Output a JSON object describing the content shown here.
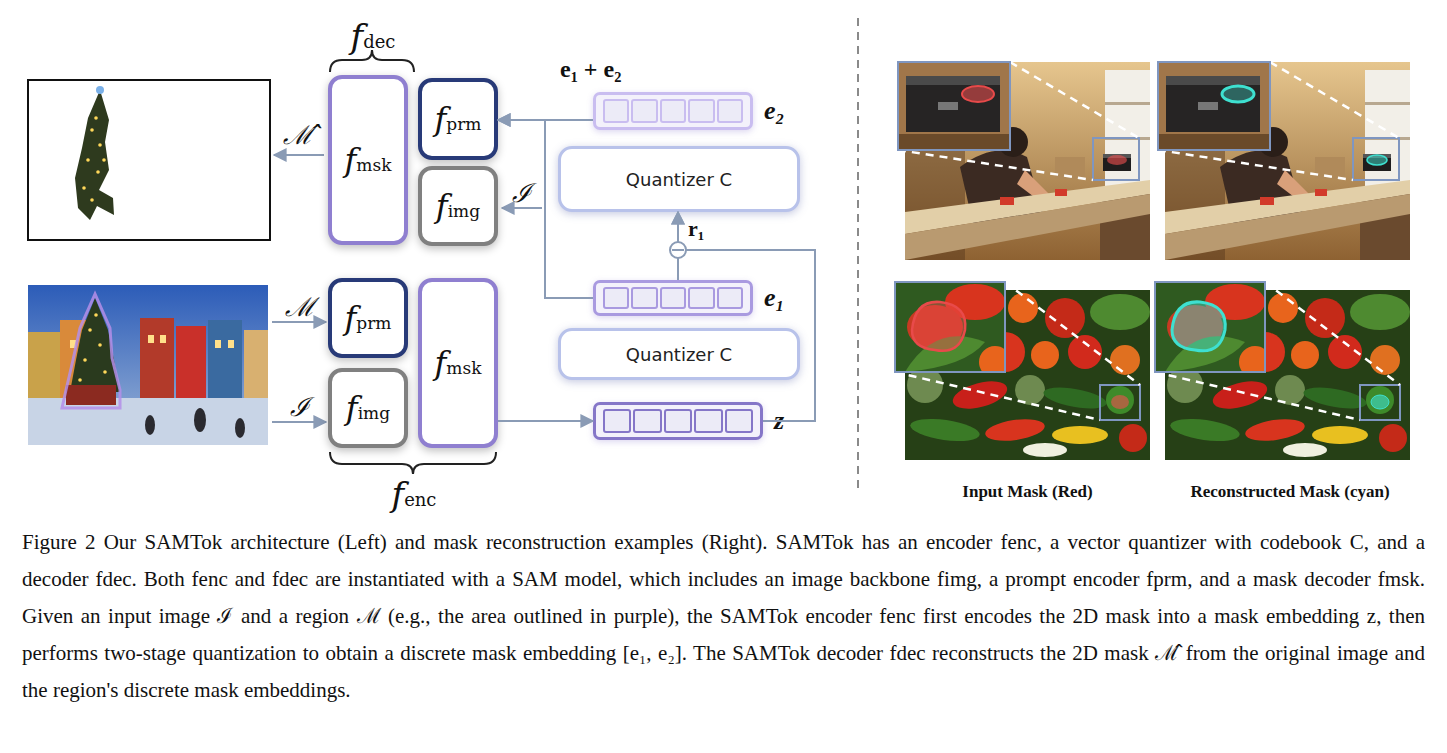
{
  "diagram": {
    "caption": "Figure 2 Our SAMTok architecture (Left) and mask reconstruction examples (Right). SAMTok has an encoder fenc, a vector quantizer with codebook C, and a decoder fdec. Both fenc and fdec are instantiated with a SAM model, which includes an image backbone fimg, a prompt encoder fprm, and a mask decoder fmsk. Given an input image ℐ and a region ℳ (e.g., the area outlined in purple), the SAMTok encoder fenc first encodes the 2D mask into a mask embedding z, then performs two-stage quantization to obtain a discrete mask embedding [e₁, e₂]. The SAMTok decoder fdec reconstructs the 2D mask ℳ̂ from the original image and the region's discrete mask embeddings.",
    "nodes": [
      {
        "text": [
          "fmsk"
        ]
      },
      {
        "text": [
          "fprm"
        ]
      },
      {
        "text": [
          "fimg"
        ]
      },
      {
        "text": [
          "Quantizer C"
        ]
      },
      {
        "text": [
          "Quantizer C"
        ]
      },
      {
        "text": [
          "fprm"
        ]
      },
      {
        "text": [
          "fimg"
        ]
      },
      {
        "text": [
          "fmsk"
        ]
      },
      {
        "text": [
          "e₂"
        ]
      },
      {
        "text": [
          "e₁"
        ]
      },
      {
        "text": [
          "z"
        ]
      }
    ],
    "edges": [
      {
        "from": 7,
        "to": 10,
        "arrow": "to"
      },
      {
        "from": 10,
        "to": 3,
        "arrow": "to",
        "label": "r₁"
      },
      {
        "from": 9,
        "to": 3,
        "arrow": "to"
      },
      {
        "from": 9,
        "to": 1,
        "arrow": "to"
      },
      {
        "from": 8,
        "to": 1,
        "arrow": "to"
      }
    ],
    "labels": [
      "fdec",
      "e₁ + e₂",
      "ℳ̂",
      "ℐ",
      "ℳ",
      "ℐ",
      "fenc",
      "Input Mask (Red)",
      "Reconstructed Mask (cyan)"
    ]
  }
}
